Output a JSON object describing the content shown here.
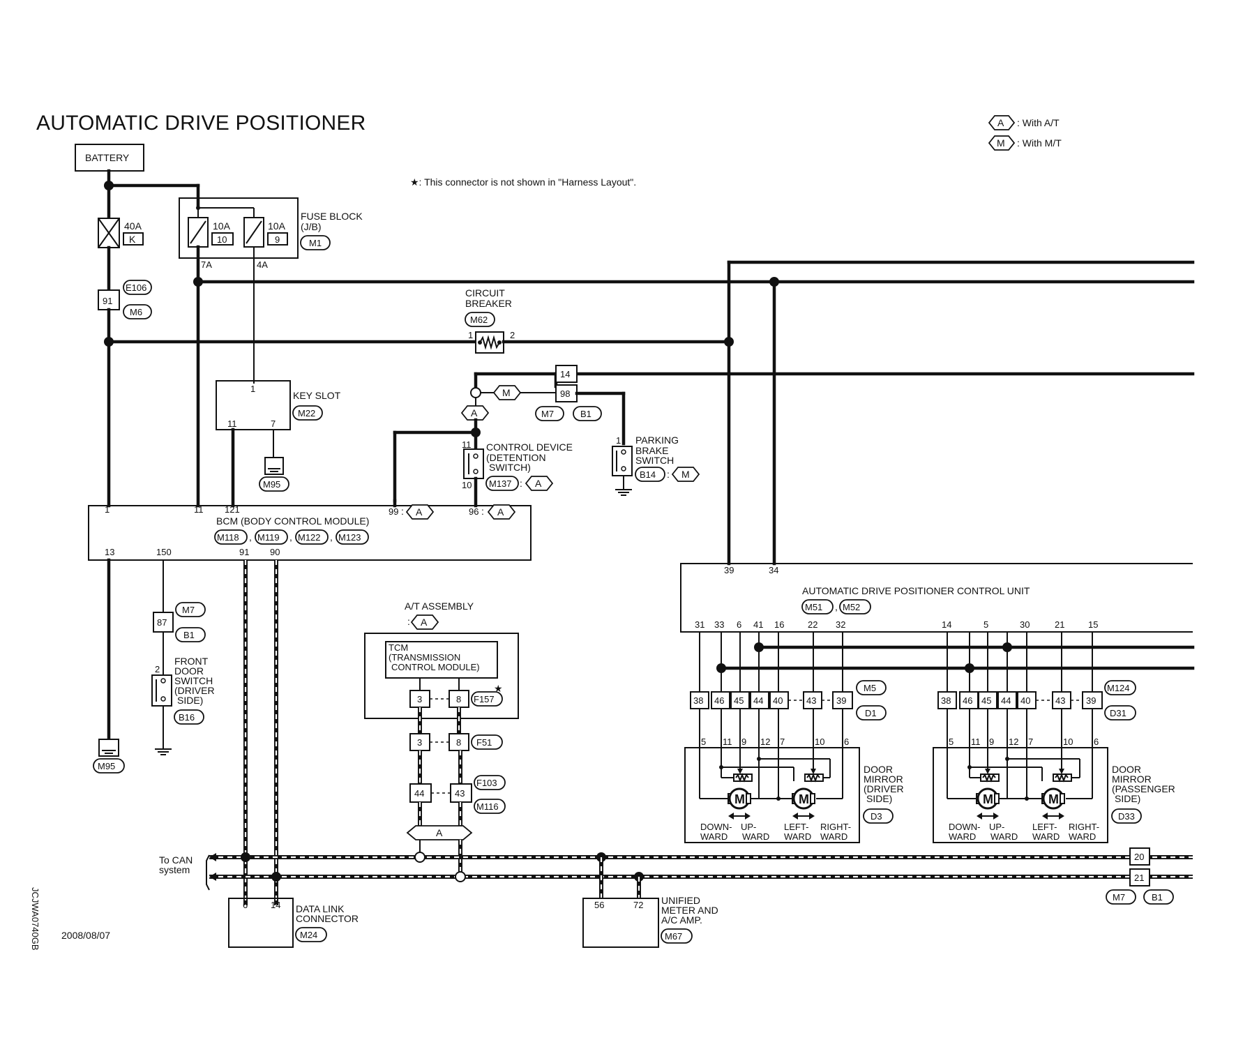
{
  "title": "AUTOMATIC DRIVE POSITIONER",
  "legend": {
    "A": "A",
    "A_desc": ": With A/T",
    "M": "M",
    "M_desc": ": With M/T"
  },
  "note": "★: This connector is not shown in \"Harness Layout\".",
  "side_code": "JCJWA0740GB",
  "date": "2008/08/07",
  "battery": "BATTERY",
  "fusible_link": {
    "amp": "40A",
    "code": "K"
  },
  "fuse_block": {
    "label1": "FUSE BLOCK",
    "label2": "(J/B)",
    "connector": "M1",
    "fuse1_amp": "10A",
    "fuse1_num": "10",
    "fuse2_amp": "10A",
    "fuse2_num": "9",
    "pin1": "7A",
    "pin2": "4A"
  },
  "e106": {
    "conn1": "E106",
    "conn2": "M6",
    "pin": "91"
  },
  "circuit_breaker": {
    "label1": "CIRCUIT",
    "label2": "BREAKER",
    "connector": "M62",
    "pin1": "1",
    "pin2": "2"
  },
  "key_slot": {
    "label": "KEY SLOT",
    "connector": "M22",
    "pin_top": "1",
    "pin_a": "11",
    "pin_b": "7"
  },
  "ground1": {
    "connector": "M95"
  },
  "ground2": {
    "connector": "M95"
  },
  "m7b1_top": {
    "pin_a": "14",
    "pin_b": "98",
    "conn1": "M7",
    "conn2": "B1",
    "marker_m": "M",
    "marker_a": "A"
  },
  "control_device": {
    "label1": "CONTROL DEVICE",
    "label2": "(DETENTION",
    "label3": "SWITCH)",
    "connector": "M137",
    "marker": "A",
    "pin_top": "11",
    "pin_bot": "10"
  },
  "parking_brake": {
    "label1": "PARKING",
    "label2": "BRAKE",
    "label3": "SWITCH",
    "connector": "B14",
    "marker": "M",
    "pin": "1"
  },
  "bcm": {
    "label": "BCM (BODY CONTROL MODULE)",
    "conn1": "M118",
    "conn2": "M119",
    "conn3": "M122",
    "conn4": "M123",
    "pin_t1": "1",
    "pin_t2": "11",
    "pin_t3": "121",
    "pin_t4": "99",
    "pin_t5": "96",
    "pin_b1": "13",
    "pin_b2": "150",
    "pin_b3": "91",
    "pin_b4": "90",
    "marker_99": "A",
    "marker_96": "A"
  },
  "door_switch": {
    "pin_conn": "87",
    "conn1": "M7",
    "conn2": "B1",
    "label1": "FRONT",
    "label2": "DOOR",
    "label3": "SWITCH",
    "label4": "(DRIVER",
    "label5": "SIDE)",
    "connector": "B16",
    "pin": "2"
  },
  "at_assembly": {
    "label": "A/T ASSEMBLY",
    "marker": "A",
    "tcm1": "TCM",
    "tcm2": "(TRANSMISSION",
    "tcm3": "CONTROL MODULE)",
    "pin1": "3",
    "pin2": "8",
    "conn_f157": "F157",
    "star": "★",
    "f51_pin1": "3",
    "f51_pin2": "8",
    "conn_f51": "F51",
    "f103_pin1": "44",
    "f103_pin2": "43",
    "conn_f103": "F103",
    "conn_m116": "M116",
    "marker_bot": "A"
  },
  "can": {
    "label1": "To CAN",
    "label2": "system",
    "pin_20": "20",
    "pin_21": "21",
    "conn1": "M7",
    "conn2": "B1"
  },
  "dlc": {
    "label1": "DATA LINK",
    "label2": "CONNECTOR",
    "connector": "M24",
    "pin1": "6",
    "pin2": "14"
  },
  "meter": {
    "label1": "UNIFIED",
    "label2": "METER AND",
    "label3": "A/C AMP.",
    "connector": "M67",
    "pin1": "56",
    "pin2": "72"
  },
  "adp_unit": {
    "label": "AUTOMATIC DRIVE POSITIONER CONTROL UNIT",
    "conn1": "M51",
    "conn2": "M52",
    "pin_top1": "39",
    "pin_top2": "34",
    "pins_left": [
      "31",
      "33",
      "6",
      "41",
      "16",
      "22",
      "32"
    ],
    "pins_right": [
      "14",
      "5",
      "30",
      "21",
      "15"
    ]
  },
  "mirror_d": {
    "conn1": "M5",
    "conn2": "D1",
    "pins": [
      "38",
      "46",
      "45",
      "44",
      "40",
      "43",
      "39"
    ],
    "mpins": [
      "5",
      "11",
      "9",
      "12",
      "7",
      "10",
      "6"
    ],
    "label1": "DOOR",
    "label2": "MIRROR",
    "label3": "(DRIVER",
    "label4": "SIDE)",
    "connector": "D3",
    "dir1": "DOWN-",
    "dir2": "WARD",
    "dir3": "UP-",
    "dir4": "WARD",
    "dir5": "LEFT-",
    "dir6": "WARD",
    "dir7": "RIGHT-",
    "dir8": "WARD",
    "motor": "M"
  },
  "mirror_p": {
    "conn1": "M124",
    "conn2": "D31",
    "pins": [
      "38",
      "46",
      "45",
      "44",
      "40",
      "43",
      "39"
    ],
    "mpins": [
      "5",
      "11",
      "9",
      "12",
      "7",
      "10",
      "6"
    ],
    "label1": "DOOR",
    "label2": "MIRROR",
    "label3": "(PASSENGER",
    "label4": "SIDE)",
    "connector": "D33",
    "dir1": "DOWN-",
    "dir2": "WARD",
    "dir3": "UP-",
    "dir4": "WARD",
    "dir5": "LEFT-",
    "dir6": "WARD",
    "dir7": "RIGHT-",
    "dir8": "WARD",
    "motor": "M"
  }
}
